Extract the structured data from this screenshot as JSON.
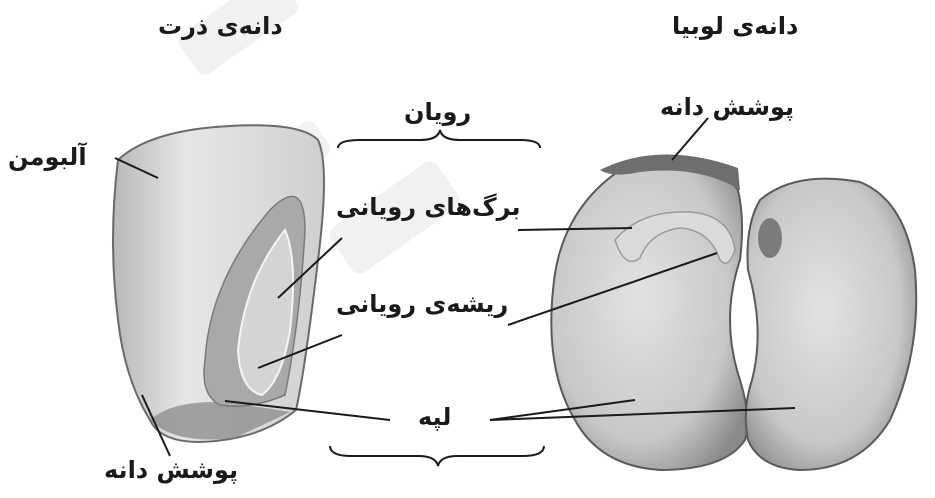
{
  "titles": {
    "corn": "دانه‌ی ذرت",
    "bean": "دانه‌ی لوبیا"
  },
  "labels": {
    "embryo": "رویان",
    "embryonic_leaves": "برگ‌های رویانی",
    "embryonic_root": "ریشه‌ی رویانی",
    "cotyledon": "لپه",
    "albumen": "آلبومن",
    "corn_seed_coat": "پوشش دانه",
    "bean_seed_coat": "پوشش دانه"
  }
}
